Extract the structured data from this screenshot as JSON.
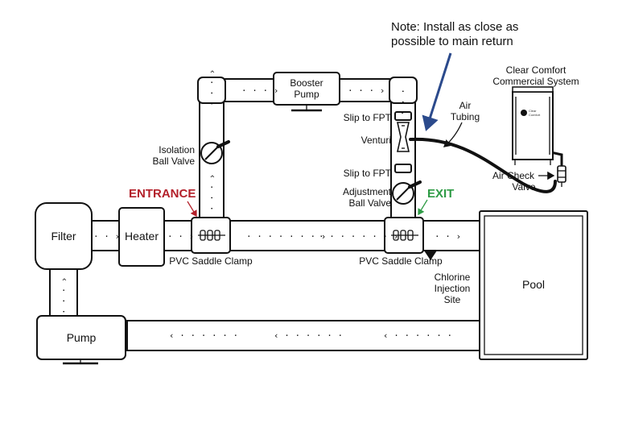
{
  "note": {
    "line1": "Note: Install as close as",
    "line2": "possible to main return"
  },
  "system": {
    "line1": "Clear Comfort",
    "line2": "Commercial System",
    "logo_text1": "Clear",
    "logo_text2": "Comfort"
  },
  "labels": {
    "air_tubing_1": "Air",
    "air_tubing_2": "Tubing",
    "slip_fpt_top": "Slip to FPT",
    "venturi": "Venturi",
    "slip_fpt_bottom": "Slip to FPT",
    "adjustment_1": "Adjustment",
    "adjustment_2": "Ball Valve",
    "isolation_1": "Isolation",
    "isolation_2": "Ball Valve",
    "air_check_1": "Air Check",
    "air_check_2": "Valve",
    "entrance": "ENTRANCE",
    "exit": "EXIT",
    "saddle_left": "PVC Saddle Clamp",
    "saddle_right": "PVC Saddle Clamp",
    "chlorine_1": "Chlorine",
    "chlorine_2": "Injection",
    "chlorine_3": "Site"
  },
  "components": {
    "booster_1": "Booster",
    "booster_2": "Pump",
    "filter": "Filter",
    "heater": "Heater",
    "pump": "Pump",
    "pool": "Pool"
  },
  "flow": {
    "right_short": "· · ›",
    "right_med": "· · · ›",
    "right_long": "· · · · · · · ›",
    "left_long": "‹ · · · · · ·"
  },
  "colors": {
    "entrance": "#b3202a",
    "exit": "#2e9b45",
    "note_arrow": "#2b4a8c",
    "ink": "#111111"
  }
}
